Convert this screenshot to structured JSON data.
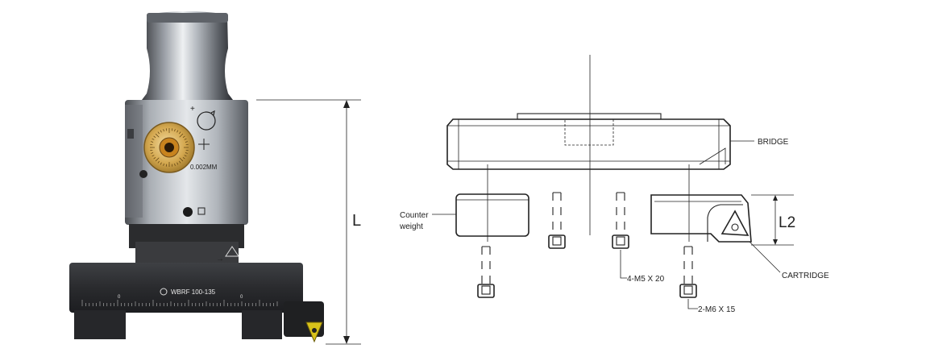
{
  "photo": {
    "dial_text": "0.002MM",
    "engraving": "WBRF 100-135",
    "scale_mark": "0",
    "dimension_label": "L"
  },
  "drawing": {
    "labels": {
      "bridge": "BRIDGE",
      "counter_weight_line1": "Counter",
      "counter_weight_line2": "weight",
      "l2": "L2",
      "screw_m5": "4-M5 X 20",
      "cartridge": "CARTRIDGE",
      "screw_m6": "2-M6 X 15"
    }
  },
  "colors": {
    "metal_dark": "#2b2c2e",
    "metal_light": "#c9ccd0",
    "brass": "#c89a3a",
    "insert_yellow": "#d8c21a",
    "line": "#222222"
  }
}
